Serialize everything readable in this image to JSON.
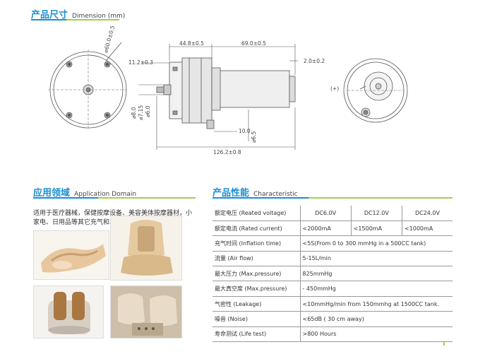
{
  "dimension_section": {
    "title_zh": "产品尺寸",
    "title_en": "Dimension (mm)"
  },
  "drawing_labels": {
    "dia60": "⌀60.0±0.5",
    "d44": "44.8±0.5",
    "d69": "69.0±0.5",
    "d2": "2.0±0.2",
    "d112": "11.2±0.3",
    "d8": "⌀8.0",
    "d715": "⌀7.15",
    "d6": "⌀6.0",
    "d10": "10.0",
    "d65": "⌀6.5",
    "d126": "126.2±0.8",
    "plus": "(+)"
  },
  "application_section": {
    "title_zh": "应用领域",
    "title_en": "Application Domain",
    "text": "适用于医疗器械，保健按摩设备、美容美体按摩器材，小家电、日用品等其它充气和增压设备；"
  },
  "characteristic_section": {
    "title_zh": "产品性能",
    "title_en": "Characteristic"
  },
  "specs": {
    "rated_voltage": {
      "label": "额定电压 (Reated voltage)",
      "values": [
        "DC6.0V",
        "DC12.0V",
        "DC24.0V"
      ]
    },
    "rated_current": {
      "label": "额定电流 (Rated current)",
      "values": [
        "<2000mA",
        "<1500mA",
        "<1000mA"
      ]
    },
    "inflation_time": {
      "label": "充气时间 (Inflation time)",
      "value": "<5S(From 0 to 300 mmHg in a 500CC tank)"
    },
    "air_flow": {
      "label": "流量 (Air flow)",
      "value": "5-15L/min"
    },
    "max_pressure": {
      "label": "最大压力 (Max.pressure)",
      "value": "825mmHg"
    },
    "max_vacuum": {
      "label": "最大真空度 (Max.pressure)",
      "value": "- 450mmHg"
    },
    "leakage": {
      "label": "气密性 (Leakage)",
      "value": "<10mmHg/min from 150mmhg at 1500CC tank."
    },
    "noise": {
      "label": "噪音 (Noise)",
      "value": "<65dB ( 30 cm away)"
    },
    "life_test": {
      "label": "寿命测试 (Life test)",
      "value": ">800 Hours"
    }
  }
}
